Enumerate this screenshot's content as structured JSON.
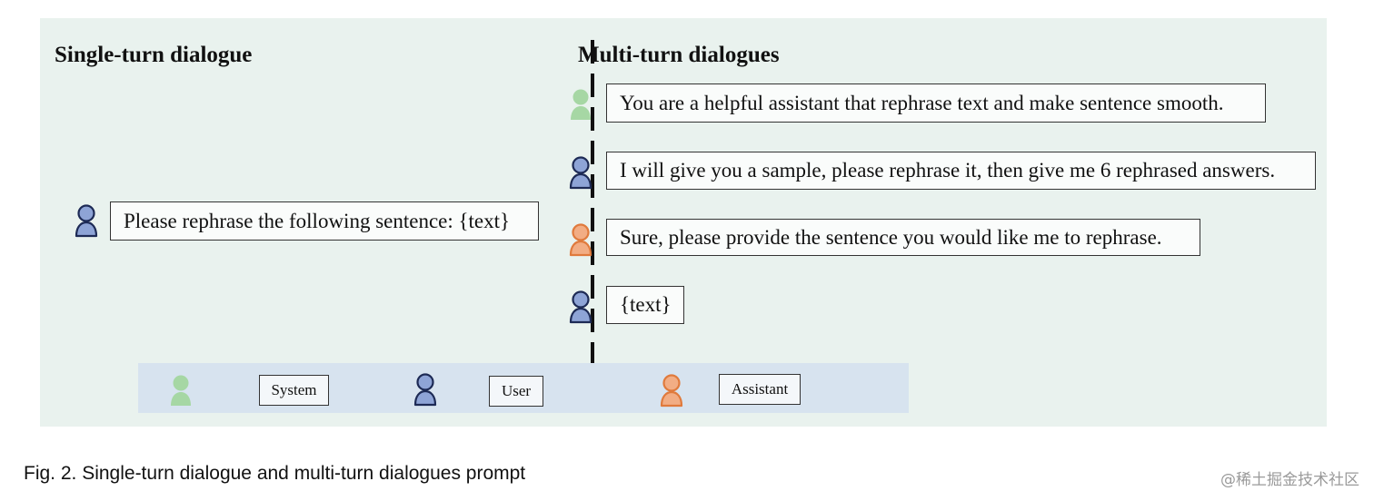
{
  "headings": {
    "single": "Single-turn dialogue",
    "multi": "Multi-turn dialogues"
  },
  "single_turn": {
    "message": "Please rephrase the following sentence: {text}",
    "role": "user"
  },
  "multi_turn": [
    {
      "role": "system",
      "text": "You are a helpful assistant that rephrase text and make sentence smooth."
    },
    {
      "role": "user",
      "text": "I will give you a sample, please rephrase it, then give me 6 rephrased answers."
    },
    {
      "role": "assistant",
      "text": "Sure, please provide the sentence you would like me to rephrase."
    },
    {
      "role": "user",
      "text": "{text}"
    }
  ],
  "legend": {
    "system": "System",
    "user": "User",
    "assistant": "Assistant"
  },
  "colors": {
    "system": "#a6d7a4",
    "user": "#8ea4d6",
    "assistant": "#f2ad84",
    "panel": "#e9f2ee",
    "legend_bg": "#d7e3ef"
  },
  "caption": "Fig. 2.  Single-turn dialogue and multi-turn dialogues prompt",
  "watermark": "@稀土掘金技术社区"
}
